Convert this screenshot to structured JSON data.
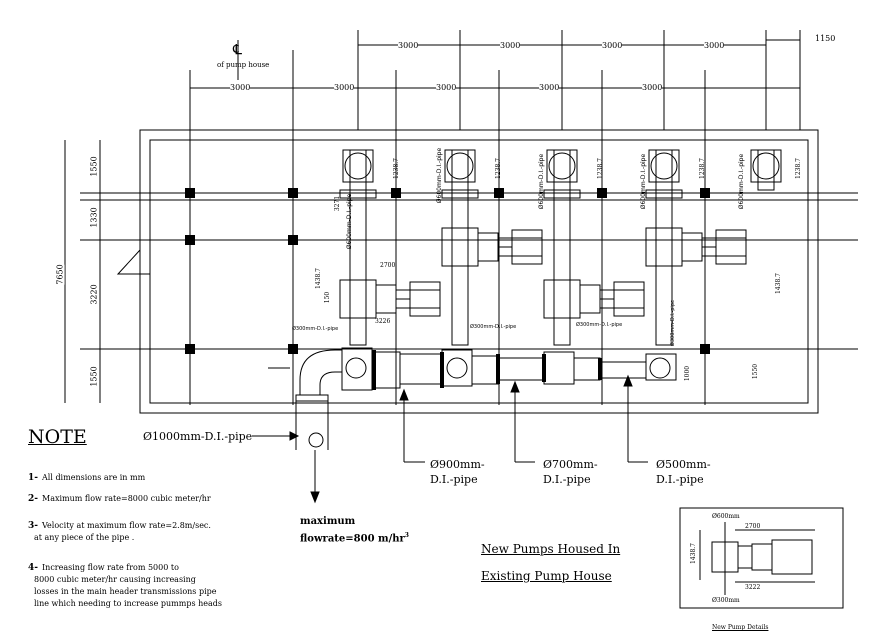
{
  "header": {
    "centerline_symbol": "℄",
    "centerline_caption": "of pump house"
  },
  "dimensions": {
    "top_row": [
      "3000",
      "3000",
      "3000",
      "3000",
      "1150"
    ],
    "second_row": [
      "3000",
      "3000",
      "3000",
      "3000",
      "3000"
    ],
    "left_overall": "7650",
    "left_segments": [
      "1550",
      "1330",
      "3220",
      "1550"
    ],
    "vertical_small": [
      "1238.7",
      "1238.7",
      "1238.7",
      "1238.7",
      "1238.7"
    ],
    "pump_details": [
      "2700",
      "1438.7",
      "1438.7",
      "1000",
      "1550",
      "3271",
      "3226",
      "150"
    ]
  },
  "pipe_labels": {
    "riser": [
      "Ø600mm-D.I.-pipe",
      "Ø600mm-D.I.-pipe",
      "Ø600mm-D.I.-pipe",
      "Ø600mm-D.I.-pipe",
      "Ø600mm-D.I.-pipe"
    ],
    "lower": [
      "Ø300mm-D.I.-pipe",
      "Ø300mm-D.I.-pipe",
      "Ø300mm-D.I.-pipe",
      "Ø300mm-D.I.-pipe"
    ],
    "header_1000": "Ø1000mm-D.I.-pipe",
    "header_900_a": "Ø900mm-",
    "header_900_b": "D.I.-pipe",
    "header_700_a": "Ø700mm-",
    "header_700_b": "D.I.-pipe",
    "header_500_a": "Ø500mm-",
    "header_500_b": "D.I.-pipe"
  },
  "flow": {
    "line1": "maximum",
    "line2": "flowrate=800 m/hr",
    "sup": "3"
  },
  "note": {
    "title": "NOTE",
    "items": [
      {
        "num": "1-",
        "lines": [
          "All dimensions are in mm"
        ]
      },
      {
        "num": "2-",
        "lines": [
          "Maximum flow rate=8000 cubic meter/hr"
        ]
      },
      {
        "num": "3-",
        "lines": [
          "Velocity at maximum flow rate=2.8m/sec.",
          "at any piece of the pipe ."
        ]
      },
      {
        "num": "4-",
        "lines": [
          "Increasing flow rate from 5000 to",
          "8000 cubic meter/hr causing increasing",
          "losses in the main header transmissions pipe",
          "line which needing to increase pummps heads"
        ]
      }
    ]
  },
  "title_block": {
    "line1": "New Pumps Housed In",
    "line2": "Existing Pump House"
  },
  "detail_box": {
    "top_label": "Ø600mm",
    "dim_width": "2700",
    "dim_side": "1438.7",
    "dim_bottom": "3222",
    "bottom_label": "Ø300mm",
    "caption": "New Pump Details"
  }
}
